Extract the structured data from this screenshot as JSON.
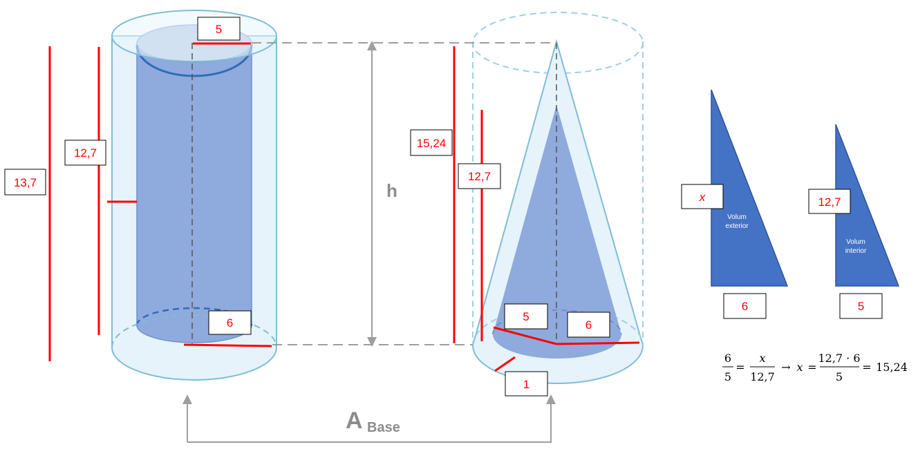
{
  "labels": {
    "outer_height": "13,7",
    "inner_height": "12,7",
    "inner_radius_top": "5",
    "outer_radius_bottom": "6",
    "cylinder_height_symbol": "h",
    "base_area_A": "A",
    "base_area_sub": "Base",
    "cone_outer_height": "15,24",
    "cone_inner_height": "12,7",
    "cone_inner_radius": "5",
    "cone_outer_radius": "6",
    "cone_wall_thickness": "1"
  },
  "triangles": {
    "exterior": {
      "side_label": "x",
      "caption_line1": "Volum",
      "caption_line2": "exterior",
      "base_label": "6"
    },
    "interior": {
      "side_label": "12,7",
      "caption_line1": "Volum",
      "caption_line2": "interior",
      "base_label": "5"
    }
  },
  "equation": {
    "lhs_num": "6",
    "lhs_den": "5",
    "eq1": "=",
    "mid_num": "x",
    "mid_den": "12,7",
    "arrow": "→",
    "x_var": "x",
    "eq2": "=",
    "rhs_num": "12,7 · 6",
    "rhs_den": "5",
    "eq3": "=",
    "result": "15,24"
  },
  "colors": {
    "outline": "#7fbcd6",
    "glass_fill": "#e6f3fa",
    "inner_fill": "#8faadc",
    "dark_blue": "#2e6db5",
    "triangle_fill": "#4472c4",
    "triangle_stroke": "#2f5597",
    "red": "#ff0000",
    "gray": "#9e9e9e"
  }
}
